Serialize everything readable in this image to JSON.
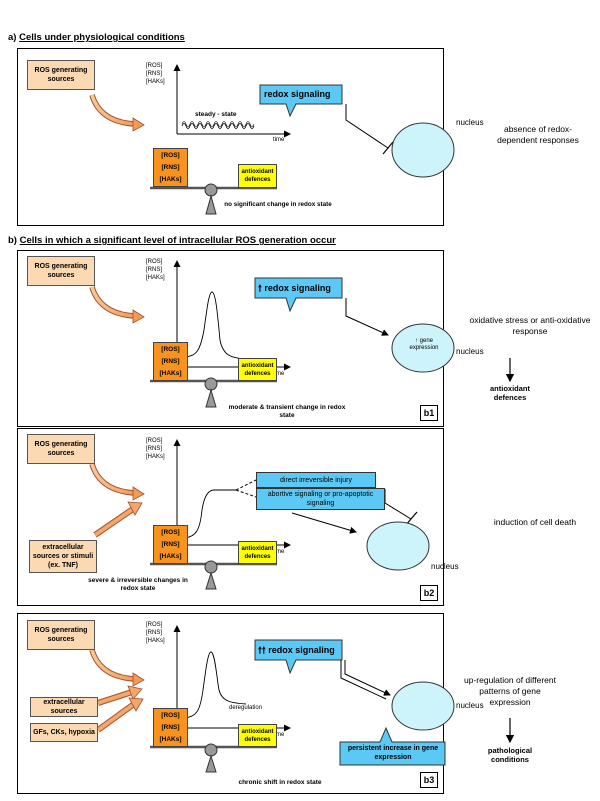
{
  "headings": {
    "a_prefix": "a) ",
    "a": "Cells under physiological conditions",
    "b_prefix": "b) ",
    "b": "Cells in which a significant level of intracellular ROS generation occur"
  },
  "common": {
    "ros_sources": "ROS generating sources",
    "y_ros": "[ROS]",
    "y_rns": "[RNS]",
    "y_haks": "[HAKs]",
    "time": "time",
    "stack_ros": "[ROS]",
    "stack_rns": "[RNS]",
    "stack_haks": "[HAKs]",
    "antioxidant": "antioxidant defences",
    "nucleus": "nucleus"
  },
  "panel_a": {
    "steady_state": "steady - state",
    "signal": "redox signaling",
    "note": "no significant change in redox state",
    "right": "absence of redox-dependent responses"
  },
  "panel_b1": {
    "signal": "redox signaling",
    "gene_expression": "gene expression",
    "note": "moderate & transient change in redox state",
    "right_top": "oxidative stress or anti-oxidative response",
    "right_bottom": "antioxidant defences",
    "tag": "b1"
  },
  "panel_b2": {
    "box1": "direct irreversible injury",
    "box2": "abortive signaling or pro-apoptotic signaling",
    "extracellular": "extracellular sources or stimuli (ex. TNF)",
    "note": "severe & irreversible changes in redox state",
    "right": "induction of cell death",
    "tag": "b2"
  },
  "panel_b3": {
    "signal": "redox signaling",
    "deregulation": "deregulation",
    "extracellular": "extracellular sources",
    "gfs": "GFs, CKs, hypoxia",
    "persistent": "persistent increase in gene expression",
    "note": "chronic shift in redox state",
    "right_top": "up-regulation of different patterns of gene expression",
    "right_bottom": "pathological conditions",
    "tag": "b3"
  },
  "colors": {
    "orange_light": "#fbd9b2",
    "orange": "#f7931e",
    "yellow": "#ffff00",
    "blue": "#5bc8f5",
    "nucleus_fill": "#cdf3fb"
  }
}
